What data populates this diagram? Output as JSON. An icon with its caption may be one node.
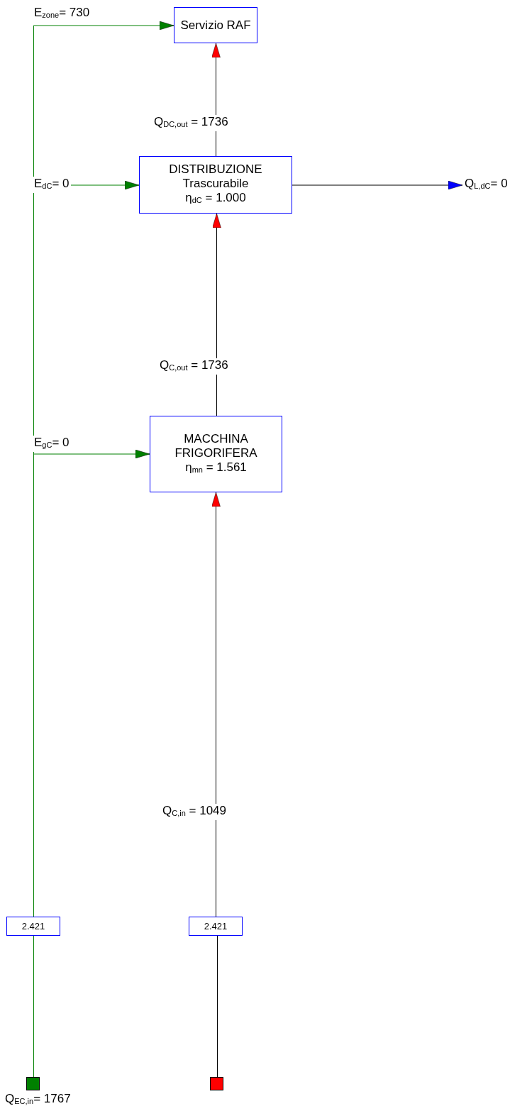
{
  "diagram": {
    "nodes": [
      {
        "text": [
          "Servizio RAF"
        ]
      },
      {
        "text": [
          "DISTRIBUZIONE",
          "Trascurabile",
          "η$_{dC}$ = 1.000"
        ]
      },
      {
        "text": [
          "MACCHINA FRIGORIFERA",
          "η$_{mn}$ = 1.561"
        ]
      },
      {
        "text": [
          "2.421"
        ]
      },
      {
        "text": [
          "2.421"
        ]
      },
      {
        "text": [],
        "shape": "box",
        "beside": [
          "Q$_{EC,in}$= 1767"
        ]
      },
      {
        "text": [],
        "shape": "box"
      }
    ],
    "edges": [
      {
        "from": 5,
        "to": 3,
        "arrow": "none",
        "color": "#008000"
      },
      {
        "from": 3,
        "to": 0,
        "arrow": "to",
        "label": "E$_{zone}$= 730",
        "color": "#008000"
      },
      {
        "from": 3,
        "to": 1,
        "arrow": "to",
        "label": "E$_{dC}$= 0",
        "color": "#008000"
      },
      {
        "from": 3,
        "to": 2,
        "arrow": "to",
        "label": "E$_{gC}$= 0",
        "color": "#008000"
      },
      {
        "from": 1,
        "to": 0,
        "arrow": "to",
        "label": "Q$_{DC,out}$ = 1736"
      },
      {
        "from": 1,
        "to": null,
        "arrow": "to",
        "label": "Q$_{L,dC}$= 0"
      },
      {
        "from": 2,
        "to": 1,
        "arrow": "to",
        "label": "Q$_{C,out}$ = 1736"
      },
      {
        "from": 4,
        "to": 2,
        "arrow": "to",
        "label": "Q$_{C,in}$ = 1049"
      },
      {
        "from": 6,
        "to": 4,
        "arrow": "none"
      }
    ]
  }
}
